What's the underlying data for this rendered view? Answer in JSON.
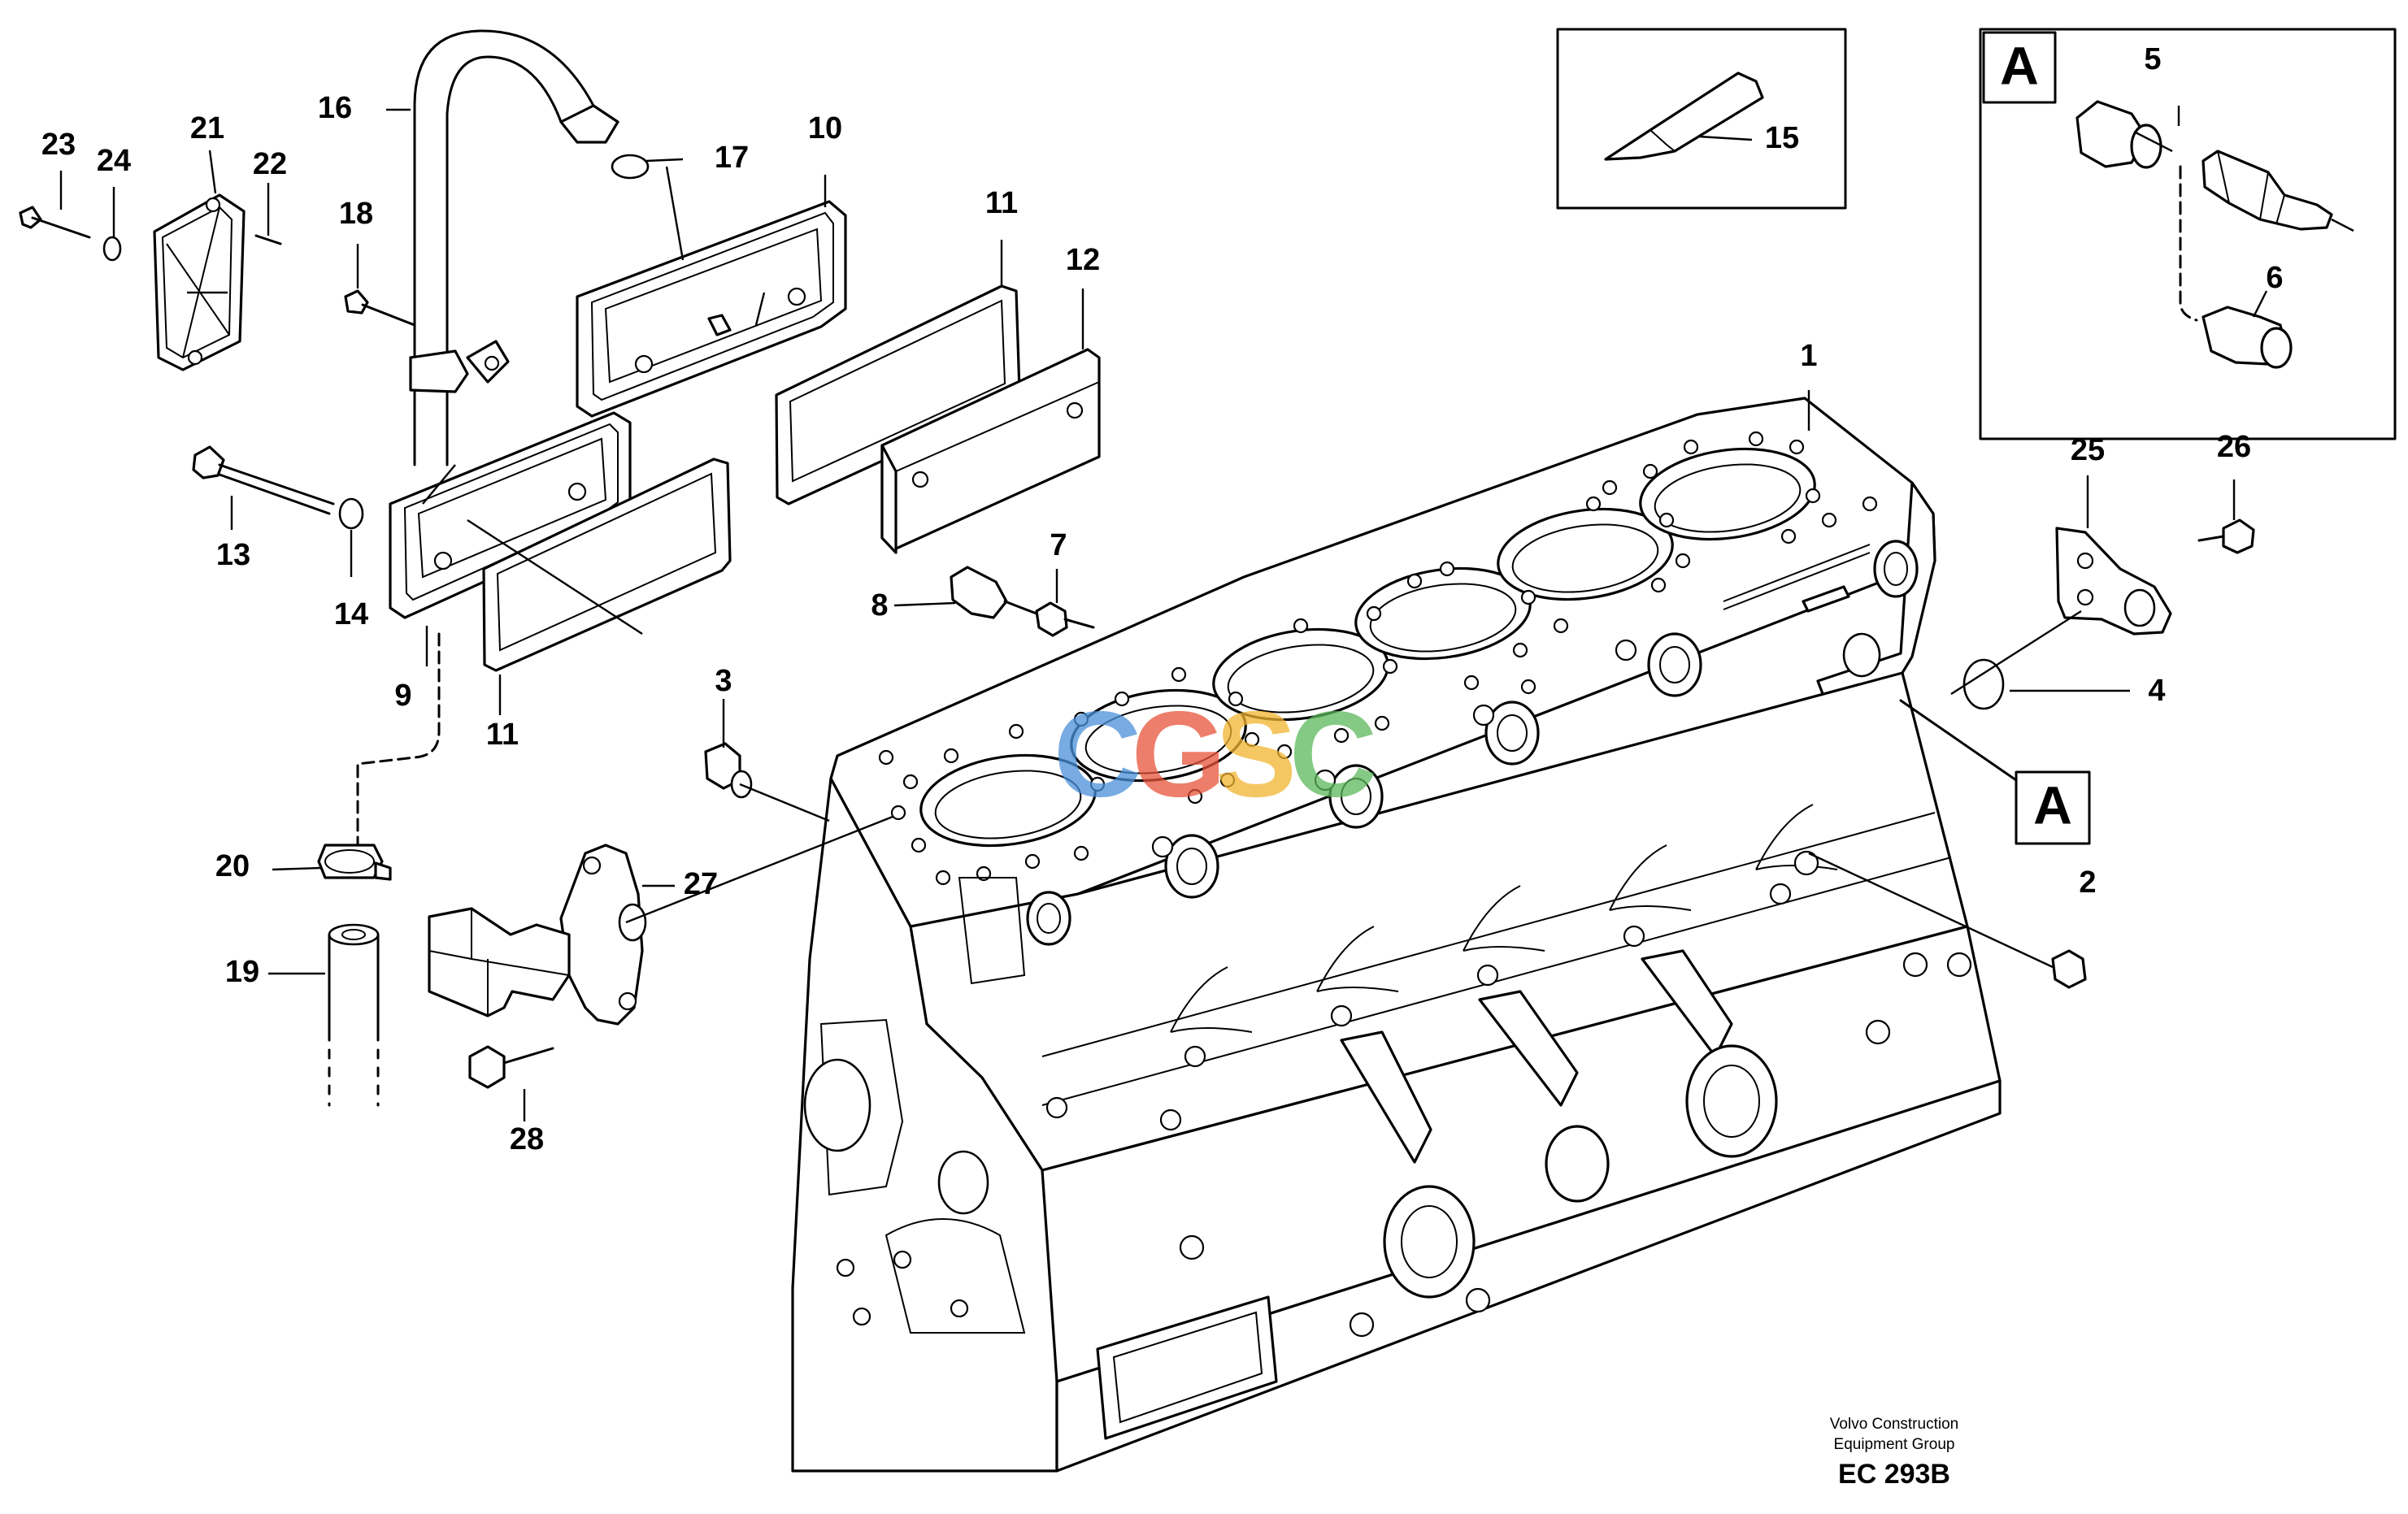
{
  "callouts": [
    {
      "id": "1",
      "text": "1"
    },
    {
      "id": "2",
      "text": "2"
    },
    {
      "id": "3",
      "text": "3"
    },
    {
      "id": "4",
      "text": "4"
    },
    {
      "id": "5",
      "text": "5"
    },
    {
      "id": "6",
      "text": "6"
    },
    {
      "id": "7",
      "text": "7"
    },
    {
      "id": "8",
      "text": "8"
    },
    {
      "id": "9",
      "text": "9"
    },
    {
      "id": "10",
      "text": "10"
    },
    {
      "id": "11a",
      "text": "11"
    },
    {
      "id": "11b",
      "text": "11"
    },
    {
      "id": "12",
      "text": "12"
    },
    {
      "id": "13",
      "text": "13"
    },
    {
      "id": "14",
      "text": "14"
    },
    {
      "id": "15",
      "text": "15"
    },
    {
      "id": "16",
      "text": "16"
    },
    {
      "id": "17",
      "text": "17"
    },
    {
      "id": "18",
      "text": "18"
    },
    {
      "id": "19",
      "text": "19"
    },
    {
      "id": "20",
      "text": "20"
    },
    {
      "id": "21",
      "text": "21"
    },
    {
      "id": "22",
      "text": "22"
    },
    {
      "id": "23",
      "text": "23"
    },
    {
      "id": "24",
      "text": "24"
    },
    {
      "id": "25",
      "text": "25"
    },
    {
      "id": "26",
      "text": "26"
    },
    {
      "id": "27",
      "text": "27"
    },
    {
      "id": "28",
      "text": "28"
    }
  ],
  "detail_ref": {
    "inset_label": "A",
    "block_label": "A"
  },
  "footer": {
    "line1": "Volvo Construction",
    "line2": "Equipment Group",
    "code": "EC 293B"
  },
  "watermark": {
    "letters": [
      "C",
      "G",
      "S",
      "C"
    ],
    "colors": [
      "#4a90d9",
      "#e8533a",
      "#f2b530",
      "#5cb85c"
    ]
  }
}
